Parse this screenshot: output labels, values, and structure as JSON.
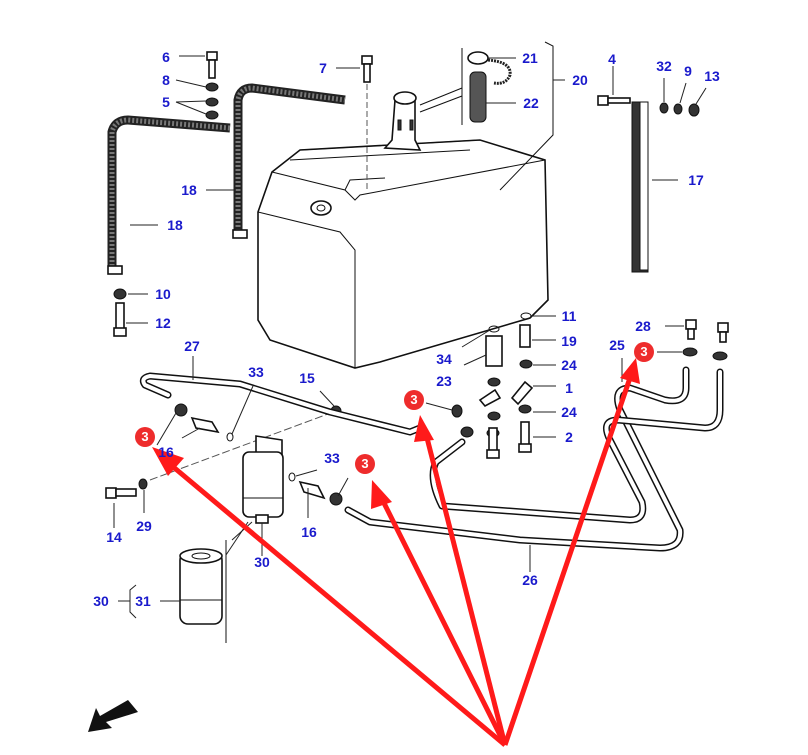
{
  "diagram": {
    "title": "Fuel tank and fuel filter assembly (exploded parts view)",
    "label_color": "#1a1acc",
    "highlight_color": "#ff1a1a",
    "part_labels": [
      {
        "id": "lbl-6",
        "text": "6"
      },
      {
        "id": "lbl-8",
        "text": "8"
      },
      {
        "id": "lbl-5",
        "text": "5"
      },
      {
        "id": "lbl-7",
        "text": "7"
      },
      {
        "id": "lbl-21",
        "text": "21"
      },
      {
        "id": "lbl-22",
        "text": "22"
      },
      {
        "id": "lbl-20",
        "text": "20"
      },
      {
        "id": "lbl-4",
        "text": "4"
      },
      {
        "id": "lbl-32",
        "text": "32"
      },
      {
        "id": "lbl-9",
        "text": "9"
      },
      {
        "id": "lbl-13",
        "text": "13"
      },
      {
        "id": "lbl-18a",
        "text": "18"
      },
      {
        "id": "lbl-18b",
        "text": "18"
      },
      {
        "id": "lbl-17",
        "text": "17"
      },
      {
        "id": "lbl-10",
        "text": "10"
      },
      {
        "id": "lbl-12",
        "text": "12"
      },
      {
        "id": "lbl-11",
        "text": "11"
      },
      {
        "id": "lbl-19",
        "text": "19"
      },
      {
        "id": "lbl-28",
        "text": "28"
      },
      {
        "id": "lbl-25",
        "text": "25"
      },
      {
        "id": "lbl-27",
        "text": "27"
      },
      {
        "id": "lbl-34",
        "text": "34"
      },
      {
        "id": "lbl-24a",
        "text": "24"
      },
      {
        "id": "lbl-23",
        "text": "23"
      },
      {
        "id": "lbl-1",
        "text": "1"
      },
      {
        "id": "lbl-33a",
        "text": "33"
      },
      {
        "id": "lbl-15",
        "text": "15"
      },
      {
        "id": "lbl-24b",
        "text": "24"
      },
      {
        "id": "lbl-2",
        "text": "2"
      },
      {
        "id": "lbl-16a",
        "text": "16"
      },
      {
        "id": "lbl-33b",
        "text": "33"
      },
      {
        "id": "lbl-14",
        "text": "14"
      },
      {
        "id": "lbl-29",
        "text": "29"
      },
      {
        "id": "lbl-16b",
        "text": "16"
      },
      {
        "id": "lbl-30a",
        "text": "30"
      },
      {
        "id": "lbl-26",
        "text": "26"
      },
      {
        "id": "lbl-30b",
        "text": "30"
      },
      {
        "id": "lbl-31",
        "text": "31"
      }
    ],
    "highlight_badges": [
      {
        "id": "badge-1",
        "text": "3"
      },
      {
        "id": "badge-2",
        "text": "3"
      },
      {
        "id": "badge-3",
        "text": "3"
      },
      {
        "id": "badge-4",
        "text": "3"
      }
    ],
    "direction_arrow": "arrow-down-left-icon"
  }
}
